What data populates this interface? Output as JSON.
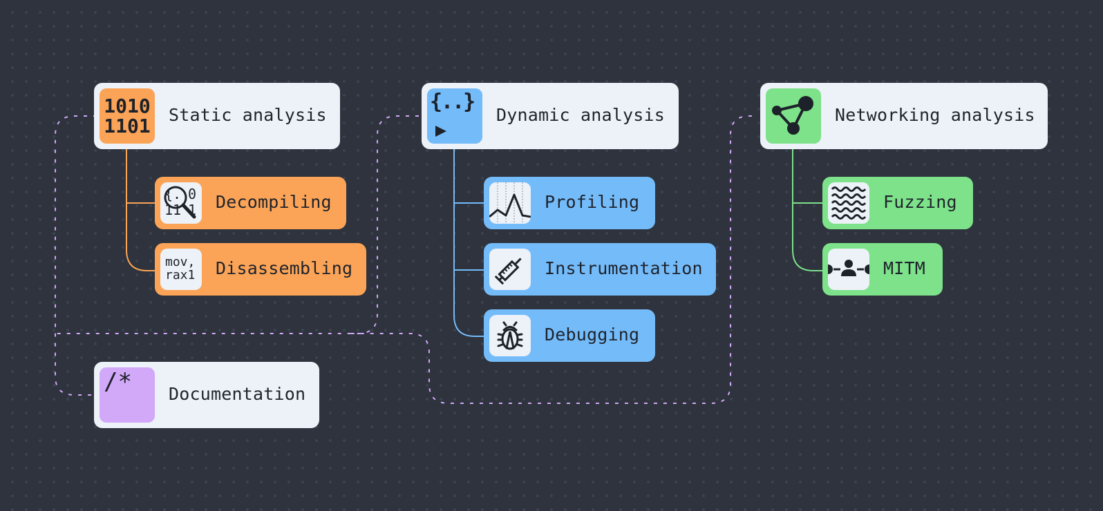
{
  "colors": {
    "background": "#2e333d",
    "static": "#fba457",
    "dynamic": "#74bbfa",
    "networking": "#7de28a",
    "documentation": "#d2a8f8",
    "card": "#edf1f8",
    "link_dashed": "#d2a8f8"
  },
  "groups": [
    {
      "id": "static",
      "title": "Static analysis",
      "icon": "binary-icon",
      "icon_text": [
        "1010",
        "1101"
      ],
      "children": [
        {
          "label": "Decompiling",
          "icon": "magnifier-code-icon",
          "icon_text": [
            "{.",
            "0",
            "11",
            "1"
          ]
        },
        {
          "label": "Disassembling",
          "icon": "assembly-icon",
          "icon_text": [
            "mov,",
            "rax1"
          ]
        }
      ]
    },
    {
      "id": "dynamic",
      "title": "Dynamic analysis",
      "icon": "code-run-icon",
      "icon_text": [
        "{..}"
      ],
      "children": [
        {
          "label": "Profiling",
          "icon": "chart-peak-icon"
        },
        {
          "label": "Instrumentation",
          "icon": "syringe-icon"
        },
        {
          "label": "Debugging",
          "icon": "bug-icon"
        }
      ]
    },
    {
      "id": "networking",
      "title": "Networking analysis",
      "icon": "network-graph-icon",
      "children": [
        {
          "label": "Fuzzing",
          "icon": "waves-icon"
        },
        {
          "label": "MITM",
          "icon": "person-in-middle-icon"
        }
      ]
    }
  ],
  "documentation": {
    "title": "Documentation",
    "icon": "comment-icon",
    "icon_text": "/*"
  }
}
